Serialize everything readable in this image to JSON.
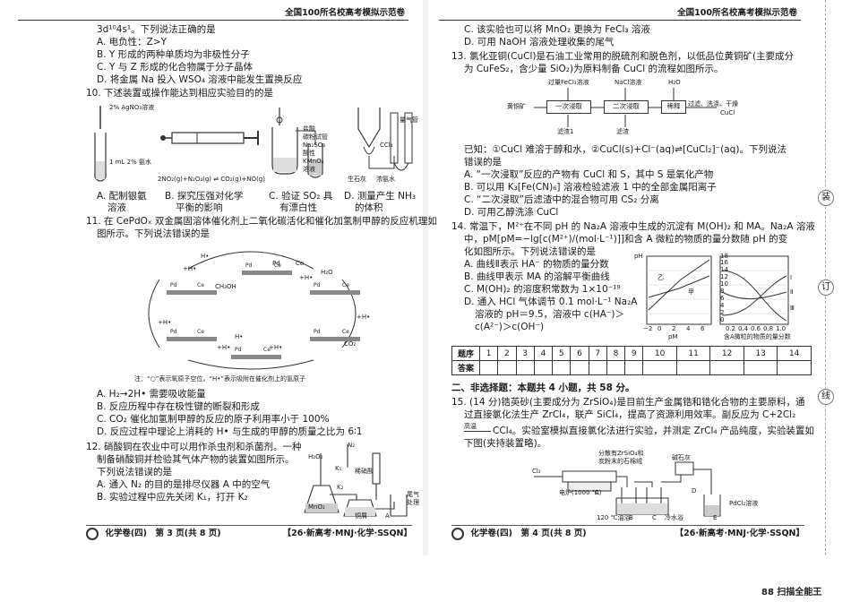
{
  "banner": "全国100所名校高考模拟示范卷",
  "left": {
    "q9_tail": "3d¹⁰4s¹。下列说法正确的是",
    "q9_opts": [
      "A. 电负性：Z>Y",
      "B. Y 形成的两种单质均为非极性分子",
      "C. Y 与 Z 形成的化合物属于分子晶体",
      "D. 将金属 Na 投入 WSO₄ 溶液中能发生置换反应"
    ],
    "q10_stem": "10. 下述装置或操作能达到相应实验目的的是",
    "q10_fig": {
      "a_top": "2% AgNO₃溶液",
      "a_bot": "1 mL 2% 氨水",
      "b_eq": "2NO₂(g)+N₂O₄(g) ⇌ CO₂(g)+NO(g)",
      "c_labels": [
        "盐酸",
        "碳粉试管",
        "Na₂SO₃",
        "酸性",
        "KMnO₄",
        "溶液"
      ],
      "d_labels": [
        "CCl₄",
        "浓氨水",
        "生石灰",
        "量气管"
      ]
    },
    "q10_opts": [
      [
        "A. 配制银氨",
        "溶液"
      ],
      [
        "B. 探究压强对化学",
        "平衡的影响"
      ],
      [
        "C. 验证 SO₂ 具",
        "有漂白性"
      ],
      [
        "D. 测量产生 NH₃",
        "的体积"
      ]
    ],
    "q11_stem": [
      "11. 在 CePdOₓ 双金属固溶体催化剂上二氧化碳活化和催化加氢制甲醇的反应机理如",
      "图所示。下列说法错误的是"
    ],
    "q11_fig": {
      "note": "注：“○”表示氧原子空位，“H•”表示吸附在催化剂上的氢原子",
      "mol_labels": [
        "H•",
        "+H•",
        "CH₃OH",
        "H₂O",
        "+H•",
        "+H•",
        "+H•",
        "CO₂",
        "+H•",
        "+H•",
        "H•",
        "Pd",
        "Ce"
      ]
    },
    "q11_opts": [
      "A. H₂→2H• 需要吸收能量",
      "B. 反应历程中存在极性键的断裂和形成",
      "C. CO₂ 催化加氢制甲醇的反应的原子利用率小于 100%",
      "D. 反应过程中理论上消耗的 H• 与生成的甲醇的质量之比为 6∶1"
    ],
    "q12_stem": [
      "12. 硝酸铜在农业中可以用作杀虫剂和杀菌剂。一种",
      "制备硝酸铜并检验其气体产物的装置如图所示。",
      "下列说法错误的是"
    ],
    "q12_opts": [
      "A. 通入 N₂ 的目的是排尽仪器 A 中的空气",
      "B. 实验过程中应先关闭 K₁，打开 K₂"
    ],
    "q12_fig": [
      "N₂",
      "H₂O₂",
      "K₁",
      "稀硝酸",
      "K₂",
      "MnO₂",
      "铜屑",
      "尾气",
      "处理",
      "A"
    ],
    "footer_left": "化学卷(四)　第 3 页(共 8 页)",
    "footer_right": "【26·新高考·MNJ·化学·SSQN】"
  },
  "right": {
    "q12_opts_cont": [
      "C. 该实验也可以将 MnO₂ 更换为 FeCl₃ 溶液",
      "D. 可用 NaOH 溶液处理收集的尾气"
    ],
    "q13_stem": [
      "13. 氯化亚铜(CuCl)是石油工业常用的脱硫剂和脱色剂，以低品位黄铜矿(主要成分",
      "为 CuFeS₂，含少量 SiO₂)为原料制备 CuCl 的流程如图所示。"
    ],
    "q13_flow": {
      "top_labels": [
        "过量FeCl₃溶液",
        "NaCl溶液",
        "H₂O"
      ],
      "start": "黄铜矿",
      "steps": [
        "一次浸取",
        "二次浸取",
        "稀释"
      ],
      "end_label": "过滤、洗涤、干燥",
      "product": "CuCl",
      "bottom_labels": [
        "滤渣1",
        "滤渣"
      ]
    },
    "q13_known": [
      "已知：①CuCl 难溶于醇和水，②CuCl(s)+Cl⁻(aq)⇌[CuCl₂]⁻(aq)。下列说法",
      "错误的是"
    ],
    "q13_opts": [
      "A. “一次浸取”反应的产物有 CuCl 和 S，其中 S 是氧化产物",
      "B. 可以用 K₃[Fe(CN)₆] 溶液检验滤液 1 中的全部金属阳离子",
      "C. “二次浸取”后滤渣中的混合物可用 CS₂ 分离",
      "D. 可用乙醇洗涤 CuCl"
    ],
    "q14_stem": [
      "14. 常温下，M²⁺在不同 pH 的 Na₂A 溶液中生成的沉淀有 M(OH)₂ 和 MA。Na₂A 溶液",
      "中，pM[pM=−lg[c(M²⁺)/(mol·L⁻¹)]]和含 A 微粒的物质的量分数随 pH 的变",
      "化如图所示。下列说法错误的是"
    ],
    "q14_opts": [
      "A. 曲线Ⅱ表示 HA⁻ 的物质的量分数",
      "B. 曲线甲表示 MA 的溶解平衡曲线",
      "C. M(OH)₂ 的溶度积常数为 1×10⁻¹⁹",
      "D. 通入 HCl 气体调节 0.1 mol·L⁻¹ Na₂A",
      "溶液的 pH＝9.5，溶液中 c(HA⁻)＞",
      "c(A²⁻)＞c(OH⁻)"
    ],
    "q14_fig": {
      "ylabel": "pH",
      "yticks": [
        "18",
        "16",
        "14",
        "12",
        "10",
        "8",
        "6",
        "4",
        "2",
        "0"
      ],
      "left_xticks": [
        "−2",
        "0",
        "2",
        "4",
        "6"
      ],
      "left_xlabel": "pM",
      "right_xticks": [
        "0.2",
        "0.4",
        "0.6",
        "0.8",
        "1.0"
      ],
      "right_xlabel": "含A微粒的物质的量分数",
      "curve_labels": [
        "乙",
        "甲",
        "Ⅰ",
        "Ⅱ",
        "Ⅲ"
      ]
    },
    "answer_table": {
      "row1_head": "题序",
      "numbers": [
        "1",
        "2",
        "3",
        "4",
        "5",
        "6",
        "7",
        "8",
        "9",
        "10",
        "11",
        "12",
        "13",
        "14"
      ],
      "row2_head": "答案"
    },
    "section2": "二、非选择题：本题共 4 小题，共 58 分。",
    "q15_text": [
      "15. (14 分)锆英砂(主要成分为 ZrSiO₄)是目前生产金属锆和锆化合物的主要原料，通",
      "过直接氯化法生产 ZrCl₄，联产 SiCl₄，提高了资源利用效率。副反应为 C+2Cl₂",
      "CCl₄。实验室模拟直接氯化法进行实验，并测定 ZrCl₄ 产品纯度，实验装置如",
      "下图(夹持装置略)。"
    ],
    "q15_cond": "高温",
    "q15_fig": [
      "分散有ZrSiO₄和",
      "炭粉末的石棉绒",
      "碱石灰",
      "Cl₂",
      "电炉(1000 ℃)",
      "A",
      "120 ℃油浴",
      "B",
      "C",
      "冷水浴",
      "D",
      "PdCl₂溶液",
      "E"
    ],
    "footer_left": "化学卷(四)　第 4 页(共 8 页)",
    "footer_right": "【26·新高考·MNJ·化学·SSQN】",
    "side_marks": [
      "装",
      "订",
      "线"
    ]
  },
  "bottom_badge": "88 扫描全能王"
}
